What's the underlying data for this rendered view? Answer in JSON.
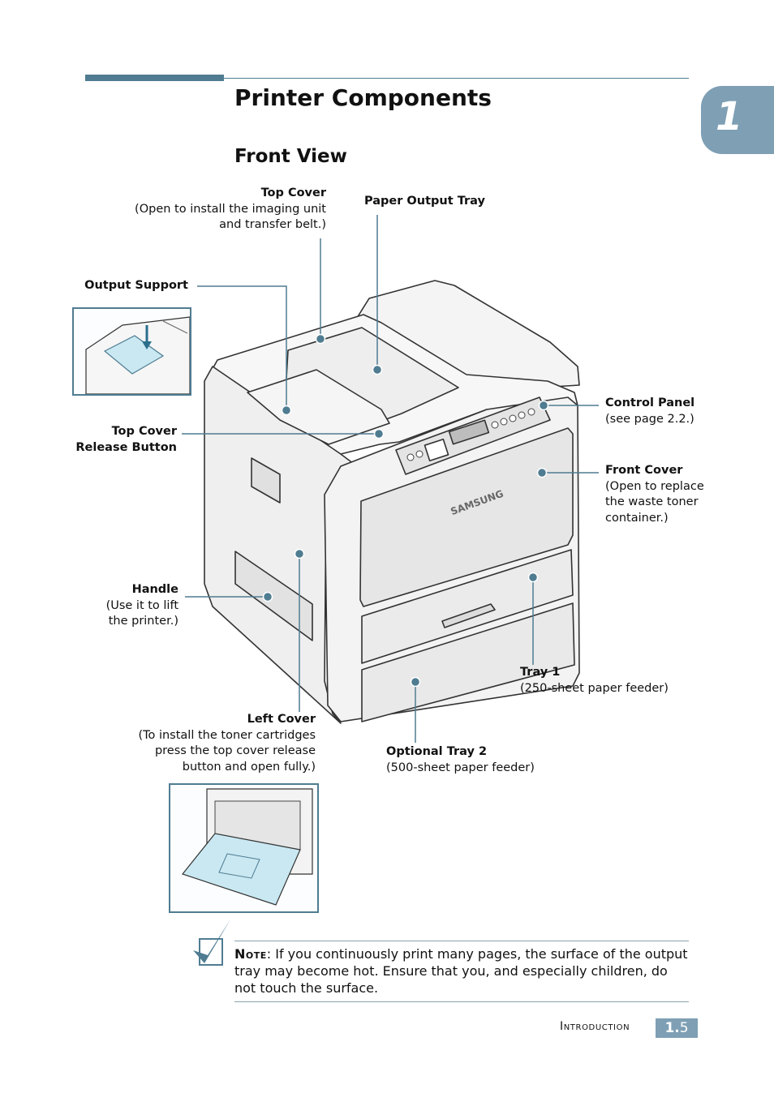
{
  "chapter": {
    "number": "1"
  },
  "page": {
    "title": "Printer Components",
    "section": "Front View"
  },
  "labels": {
    "top_cover": {
      "name": "Top Cover",
      "desc": "(Open to install the imaging unit\nand transfer belt.)"
    },
    "paper_output_tray": {
      "name": "Paper Output Tray"
    },
    "output_support": {
      "name": "Output Support"
    },
    "top_cover_release": {
      "name": "Top Cover\nRelease Button"
    },
    "control_panel": {
      "name": "Control Panel",
      "desc": "(see page 2.2.)"
    },
    "front_cover": {
      "name": "Front Cover",
      "desc": "(Open to replace\nthe waste toner\ncontainer.)"
    },
    "handle": {
      "name": "Handle",
      "desc": "(Use it to lift\nthe printer.)"
    },
    "tray1": {
      "name": "Tray 1",
      "desc": "(250-sheet paper feeder)"
    },
    "left_cover": {
      "name": "Left Cover",
      "desc": "(To install the toner cartridges\npress the top cover release\nbutton and open fully.)"
    },
    "optional_tray2": {
      "name": "Optional Tray 2",
      "desc": "(500-sheet paper feeder)"
    }
  },
  "printer_brand": "SAMSUNG",
  "note": {
    "head": "Note",
    "text": ": If you continuously print many pages, the surface of the output tray may become hot. Ensure that you, and especially children, do not touch the surface."
  },
  "footer": {
    "section": "Introduction",
    "chapter_part": "1.",
    "page_part": "5"
  },
  "colors": {
    "accent": "#4f7c91",
    "tab": "#7e9fb4",
    "inset_fill": "#c9e8f2"
  },
  "icons": [
    "checkmark-note-icon"
  ]
}
